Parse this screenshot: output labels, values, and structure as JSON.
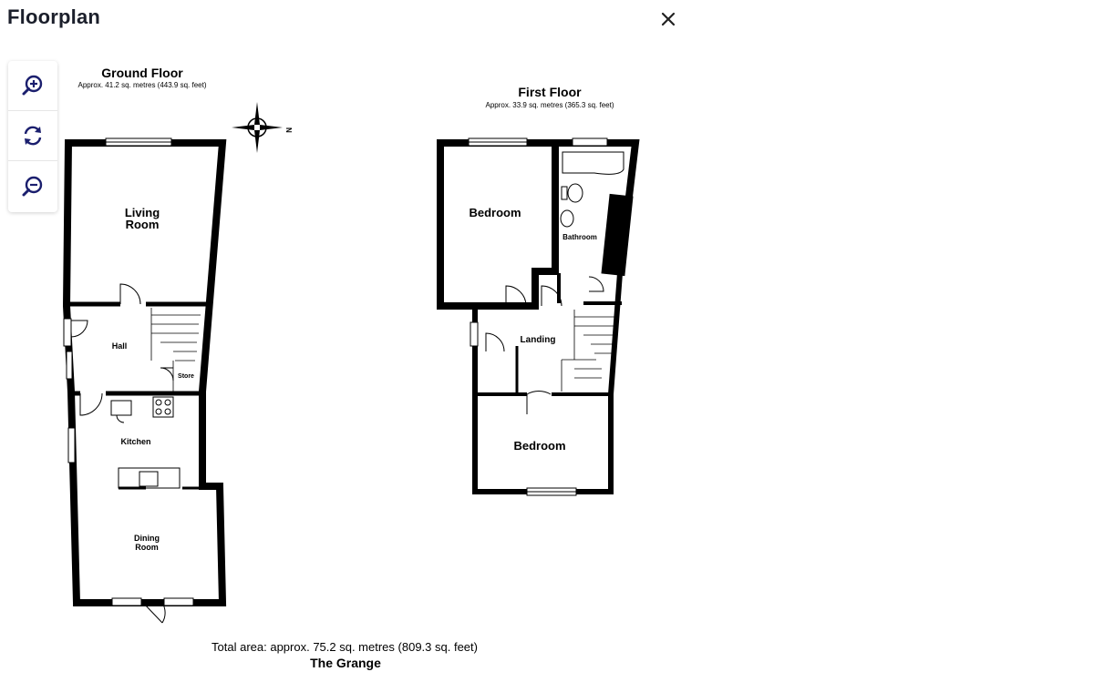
{
  "header": {
    "title": "Floorplan"
  },
  "toolbar": {
    "zoom_in": "zoom-in-icon",
    "reset": "reset-icon",
    "zoom_out": "zoom-out-icon"
  },
  "ground_floor": {
    "title": "Ground Floor",
    "area": "Approx. 41.2 sq. metres (443.9 sq. feet)",
    "rooms": {
      "living_1": "Living",
      "living_2": "Room",
      "hall": "Hall",
      "store": "Store",
      "kitchen": "Kitchen",
      "dining_1": "Dining",
      "dining_2": "Room"
    },
    "compass": "N"
  },
  "first_floor": {
    "title": "First Floor",
    "area": "Approx. 33.9 sq. metres (365.3 sq. feet)",
    "rooms": {
      "bedroom_1": "Bedroom",
      "bathroom": "Bathroom",
      "landing": "Landing",
      "bedroom_2": "Bedroom"
    }
  },
  "footer": {
    "total": "Total area: approx. 75.2 sq. metres (809.3 sq. feet)",
    "name": "The Grange"
  },
  "colors": {
    "title": "#1b1f2b",
    "icon": "#1b1f6e",
    "wall": "#000000"
  }
}
